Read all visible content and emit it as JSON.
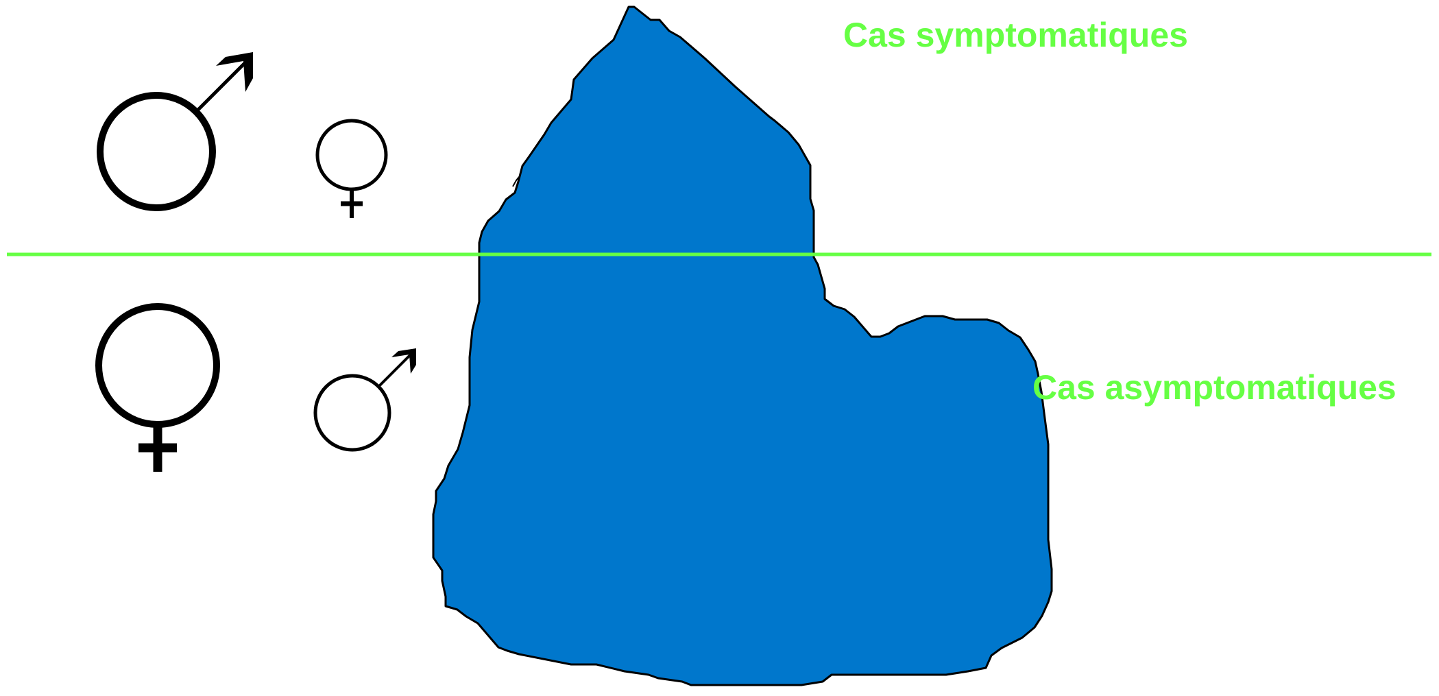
{
  "labels": {
    "symptomatic": "Cas symptomatiques",
    "asymptomatic": "Cas asymptomatiques"
  },
  "colors": {
    "label": "#66ff44",
    "waterline": "#66ff44",
    "iceberg_fill": "#0077cc",
    "iceberg_stroke": "#000000",
    "symbol": "#000000"
  },
  "symbols": {
    "above_waterline": [
      "male-symbol-large",
      "female-symbol-small"
    ],
    "below_waterline": [
      "female-symbol-large",
      "male-symbol-small"
    ]
  }
}
